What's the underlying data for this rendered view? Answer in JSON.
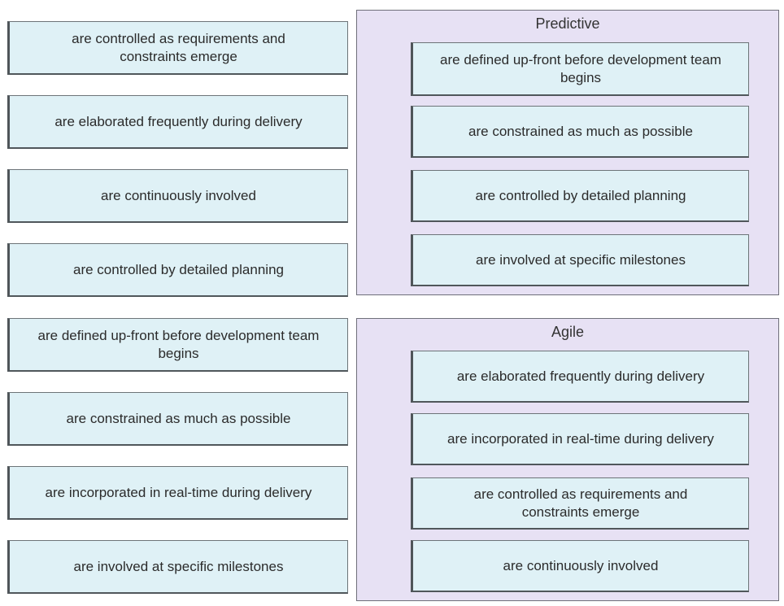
{
  "source_items": [
    "are controlled as requirements and constraints emerge",
    "are elaborated frequently during delivery",
    "are continuously involved",
    "are controlled by detailed planning",
    "are defined up-front before development team begins",
    "are constrained as much as possible",
    "are incorporated in real-time during delivery",
    "are involved at specific milestones"
  ],
  "predictive": {
    "title": "Predictive",
    "items": [
      "are defined up-front before development team begins",
      "are constrained as much as possible",
      "are controlled by detailed planning",
      "are involved at specific milestones"
    ]
  },
  "agile": {
    "title": "Agile",
    "items": [
      "are elaborated frequently during delivery",
      "are incorporated in real-time during delivery",
      "are controlled as requirements and constraints emerge",
      "are continuously involved"
    ]
  }
}
